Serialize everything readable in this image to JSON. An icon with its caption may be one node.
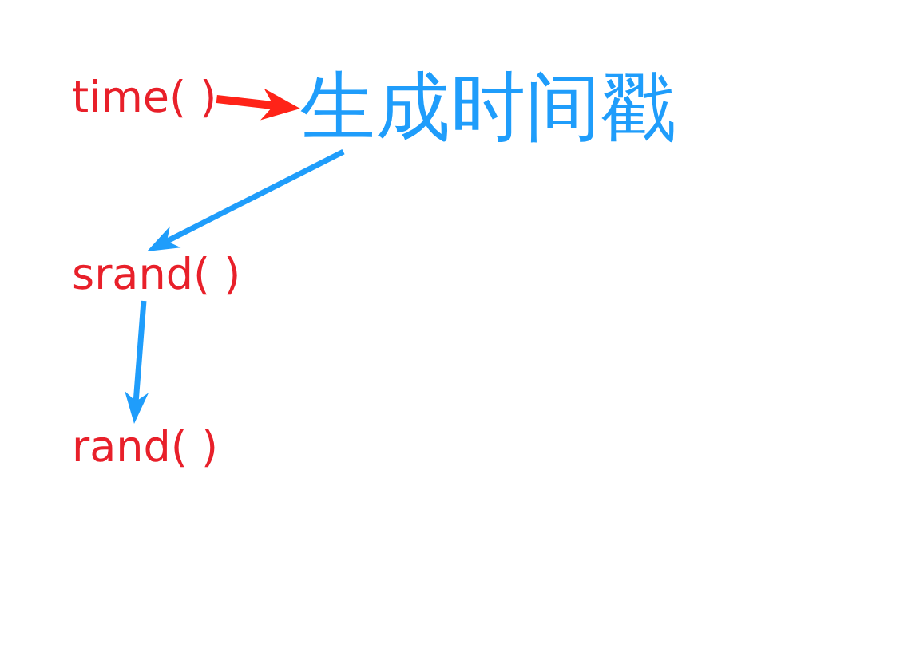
{
  "diagram": {
    "nodes": [
      {
        "text": [
          "time( )"
        ]
      },
      {
        "text": [
          "生成时间戳"
        ]
      },
      {
        "text": [
          "srand( )"
        ]
      },
      {
        "text": [
          "rand( )"
        ]
      }
    ],
    "edges": [
      {
        "from": 0,
        "to": 1,
        "arrow": "to",
        "color": "#ff2318"
      },
      {
        "from": 1,
        "to": 2,
        "arrow": "to"
      },
      {
        "from": 2,
        "to": 3,
        "arrow": "to"
      }
    ]
  }
}
